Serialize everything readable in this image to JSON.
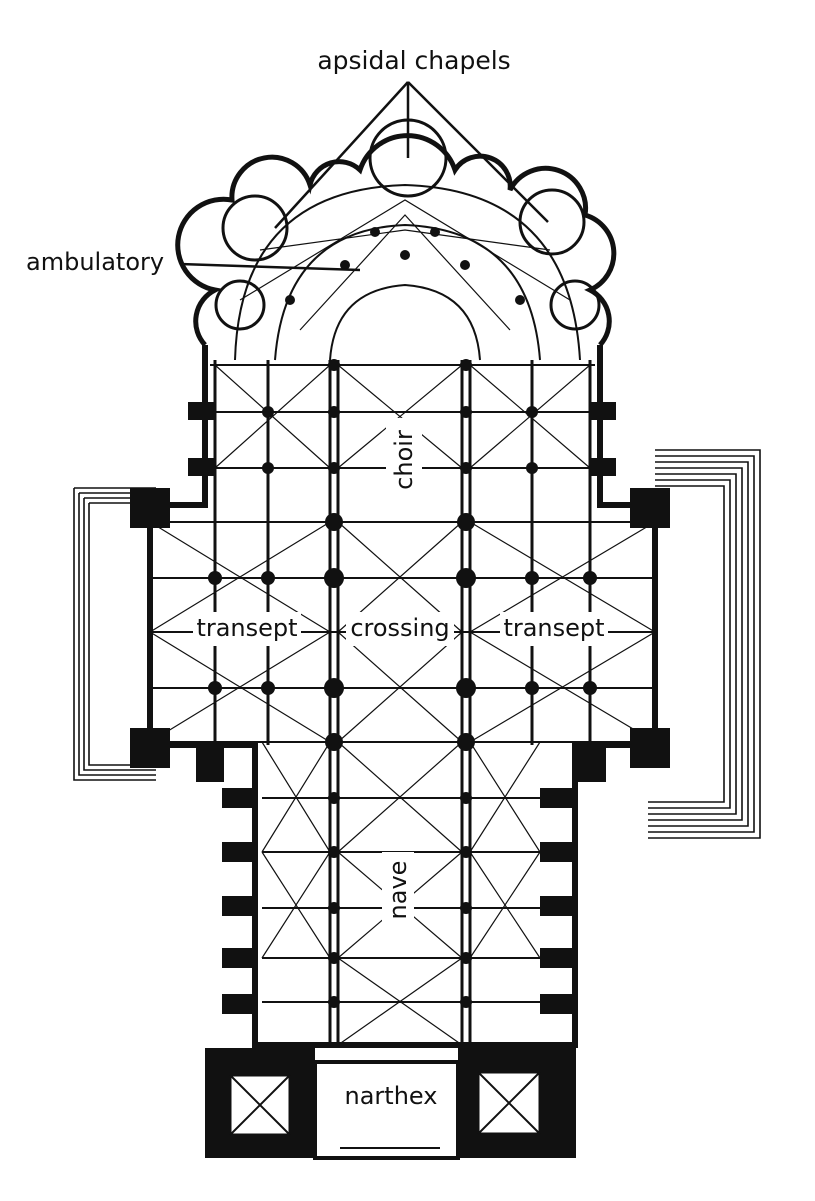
{
  "title": "",
  "labels": {
    "apsidal_chapels": "apsidal chapels",
    "ambulatory": "ambulatory",
    "choir": "choir",
    "transept_left": "transept",
    "crossing": "crossing",
    "transept_right": "transept",
    "nave": "nave",
    "narthex": "narthex"
  },
  "colors": {
    "ink": "#111111",
    "paper": "#ffffff",
    "wall": "#1a1a1a"
  }
}
